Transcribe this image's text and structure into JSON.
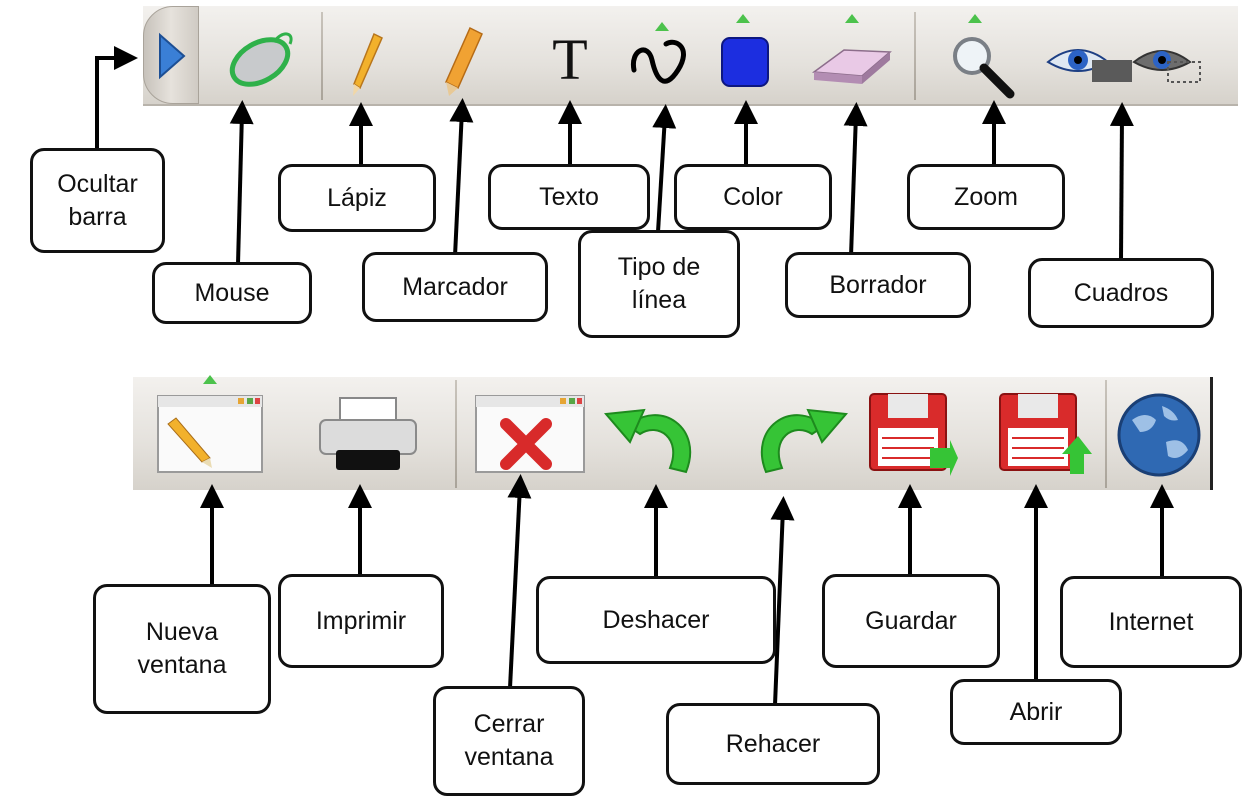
{
  "top_toolbar": {
    "tools": [
      {
        "id": "hide",
        "icon": "triangle-right-icon",
        "label": "Ocultar\nbarra"
      },
      {
        "id": "mouse",
        "icon": "mouse-icon",
        "label": "Mouse"
      },
      {
        "id": "pencil",
        "icon": "pencil-icon",
        "label": "Lápiz"
      },
      {
        "id": "marker",
        "icon": "marker-icon",
        "label": "Marcador"
      },
      {
        "id": "text",
        "icon": "text-icon",
        "glyph": "T",
        "label": "Texto"
      },
      {
        "id": "linetype",
        "icon": "curve-line-icon",
        "label": "Tipo de\nlínea"
      },
      {
        "id": "color",
        "icon": "color-square-icon",
        "label": "Color"
      },
      {
        "id": "eraser",
        "icon": "eraser-icon",
        "label": "Borrador"
      },
      {
        "id": "zoom",
        "icon": "magnifier-icon",
        "label": "Zoom"
      },
      {
        "id": "boxes",
        "icon": "eye-boxes-icon",
        "label": "Cuadros"
      }
    ]
  },
  "bottom_toolbar": {
    "tools": [
      {
        "id": "newwindow",
        "icon": "new-window-icon",
        "label": "Nueva\nventana"
      },
      {
        "id": "print",
        "icon": "printer-icon",
        "label": "Imprimir"
      },
      {
        "id": "closewindow",
        "icon": "close-window-icon",
        "label": "Cerrar\nventana"
      },
      {
        "id": "undo",
        "icon": "undo-arrow-icon",
        "label": "Deshacer"
      },
      {
        "id": "redo",
        "icon": "redo-arrow-icon",
        "label": "Rehacer"
      },
      {
        "id": "save",
        "icon": "save-disk-icon",
        "label": "Guardar"
      },
      {
        "id": "open",
        "icon": "open-disk-icon",
        "label": "Abrir"
      },
      {
        "id": "internet",
        "icon": "globe-icon",
        "label": "Internet"
      }
    ]
  },
  "colors": {
    "indicator": "#4cc24c",
    "color_tool": "#1c2ee0",
    "arrow_fill": "#36c436",
    "globe": "#2f69b3"
  }
}
